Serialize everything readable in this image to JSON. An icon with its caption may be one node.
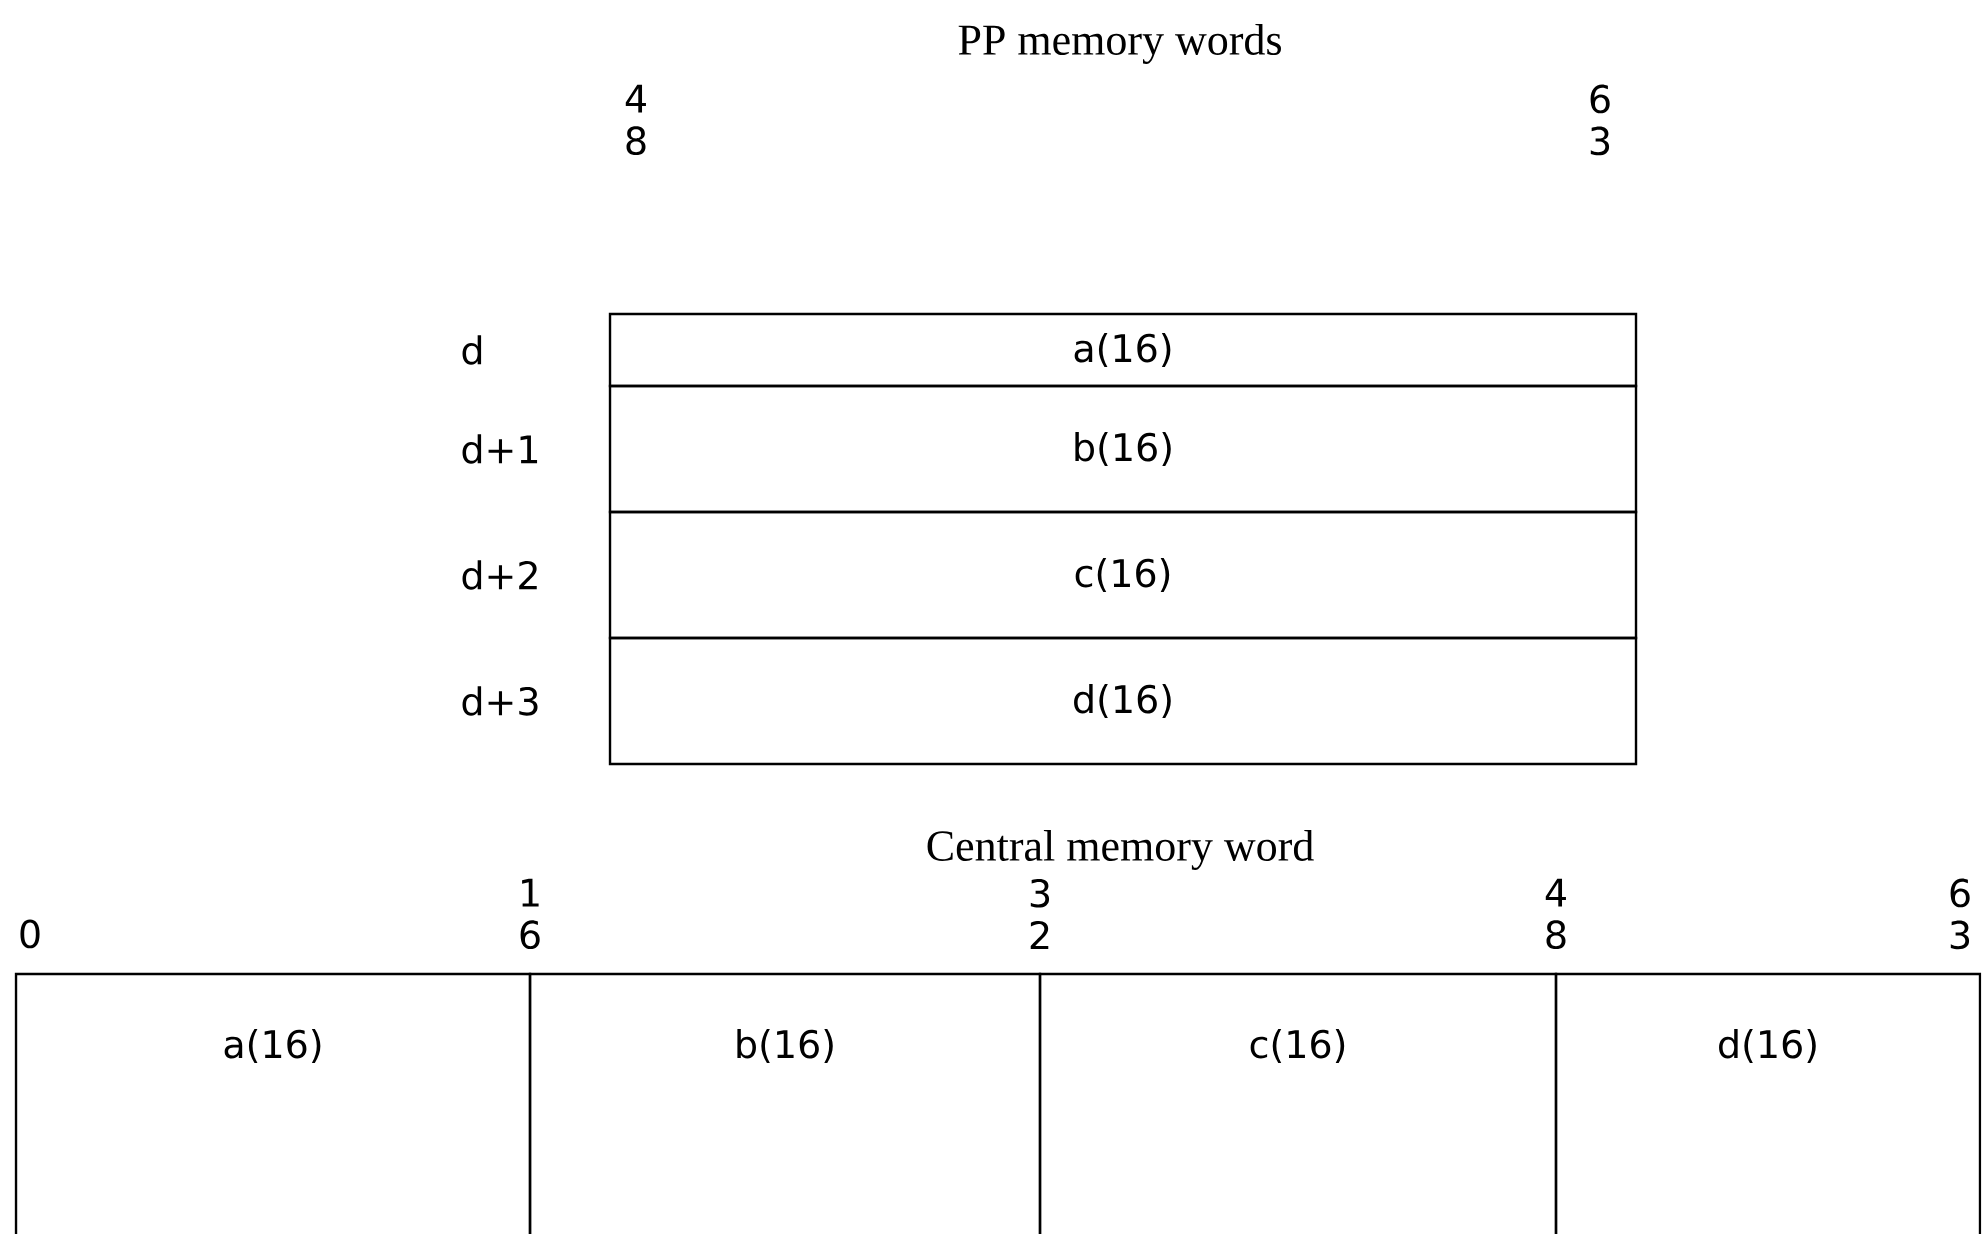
{
  "diagram": {
    "nodes": [
      {
        "text": [
          "a(16)"
        ],
        "beside": [
          "d"
        ]
      },
      {
        "text": [
          "b(16)"
        ],
        "beside": [
          "d+1"
        ]
      },
      {
        "text": [
          "c(16)"
        ],
        "beside": [
          "d+2"
        ]
      },
      {
        "text": [
          "d(16)"
        ],
        "beside": [
          "d+3"
        ]
      },
      {
        "text": [
          "a(16)"
        ]
      },
      {
        "text": [
          "b(16)"
        ]
      },
      {
        "text": [
          "c(16)"
        ]
      },
      {
        "text": [
          "d(16)"
        ]
      }
    ],
    "labels": [
      "PP memory words",
      "4 8",
      "6 3",
      "Central memory word",
      "0",
      "1 6",
      "3 2",
      "4 8",
      "6 3"
    ]
  }
}
